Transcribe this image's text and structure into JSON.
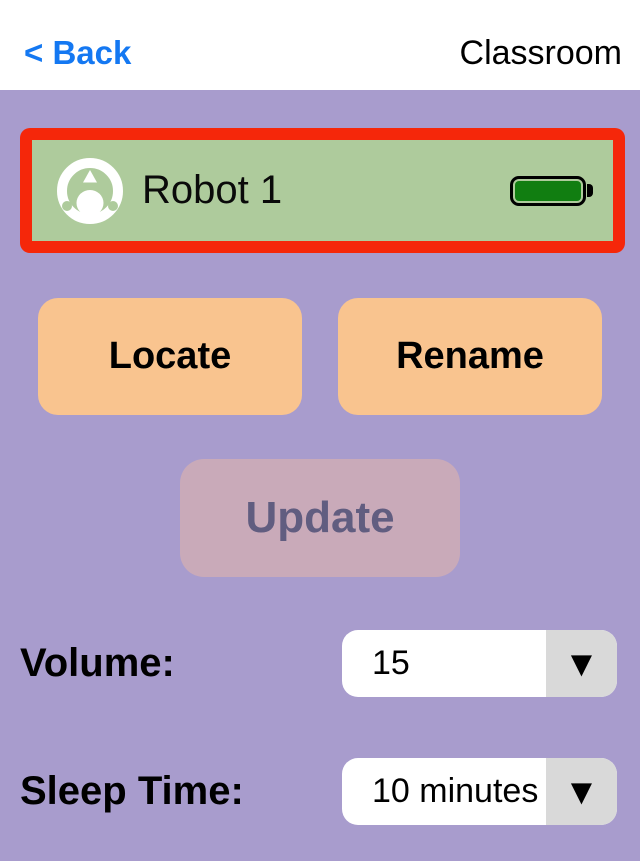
{
  "header": {
    "back_label": "< Back",
    "title": "Classroom"
  },
  "device_card": {
    "name": "Robot 1",
    "selected": true,
    "battery": "full"
  },
  "buttons": {
    "locate_label": "Locate",
    "rename_label": "Rename",
    "update_label": "Update"
  },
  "settings": {
    "volume": {
      "label": "Volume:",
      "value": "15"
    },
    "sleep": {
      "label": "Sleep Time:",
      "value": "10 minutes"
    }
  },
  "icons": {
    "dropdown_arrow": "▼"
  },
  "colors": {
    "background": "#a89ccd",
    "header_bg": "#ffffff",
    "back_link": "#1478f2",
    "card_bg": "#aecb9c",
    "card_selected_border": "#f5270a",
    "action_button_bg": "#f9c48f",
    "disabled_button_bg": "#c9aab9",
    "disabled_button_text": "#615d80",
    "battery_fill": "#117e11",
    "dropdown_arrow_bg": "#d9d9d9"
  }
}
